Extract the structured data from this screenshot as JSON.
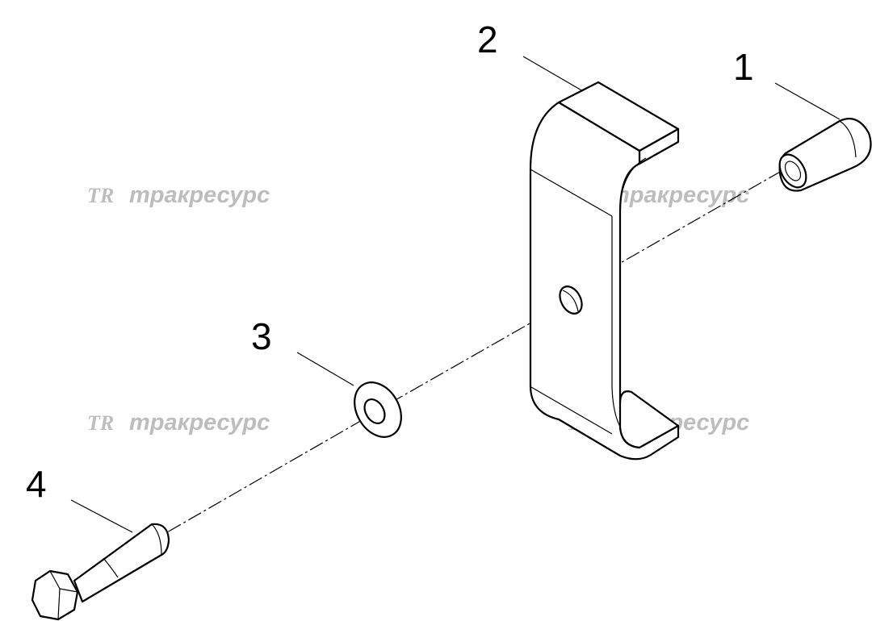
{
  "callouts": [
    {
      "id": "bushing",
      "label": "1"
    },
    {
      "id": "bracket",
      "label": "2"
    },
    {
      "id": "washer",
      "label": "3"
    },
    {
      "id": "bolt",
      "label": "4"
    }
  ],
  "watermark": {
    "logo": "TR",
    "text": "тракресурс",
    "color": "#bdbdbd"
  },
  "colors": {
    "line": "#000000",
    "background": "#ffffff"
  }
}
